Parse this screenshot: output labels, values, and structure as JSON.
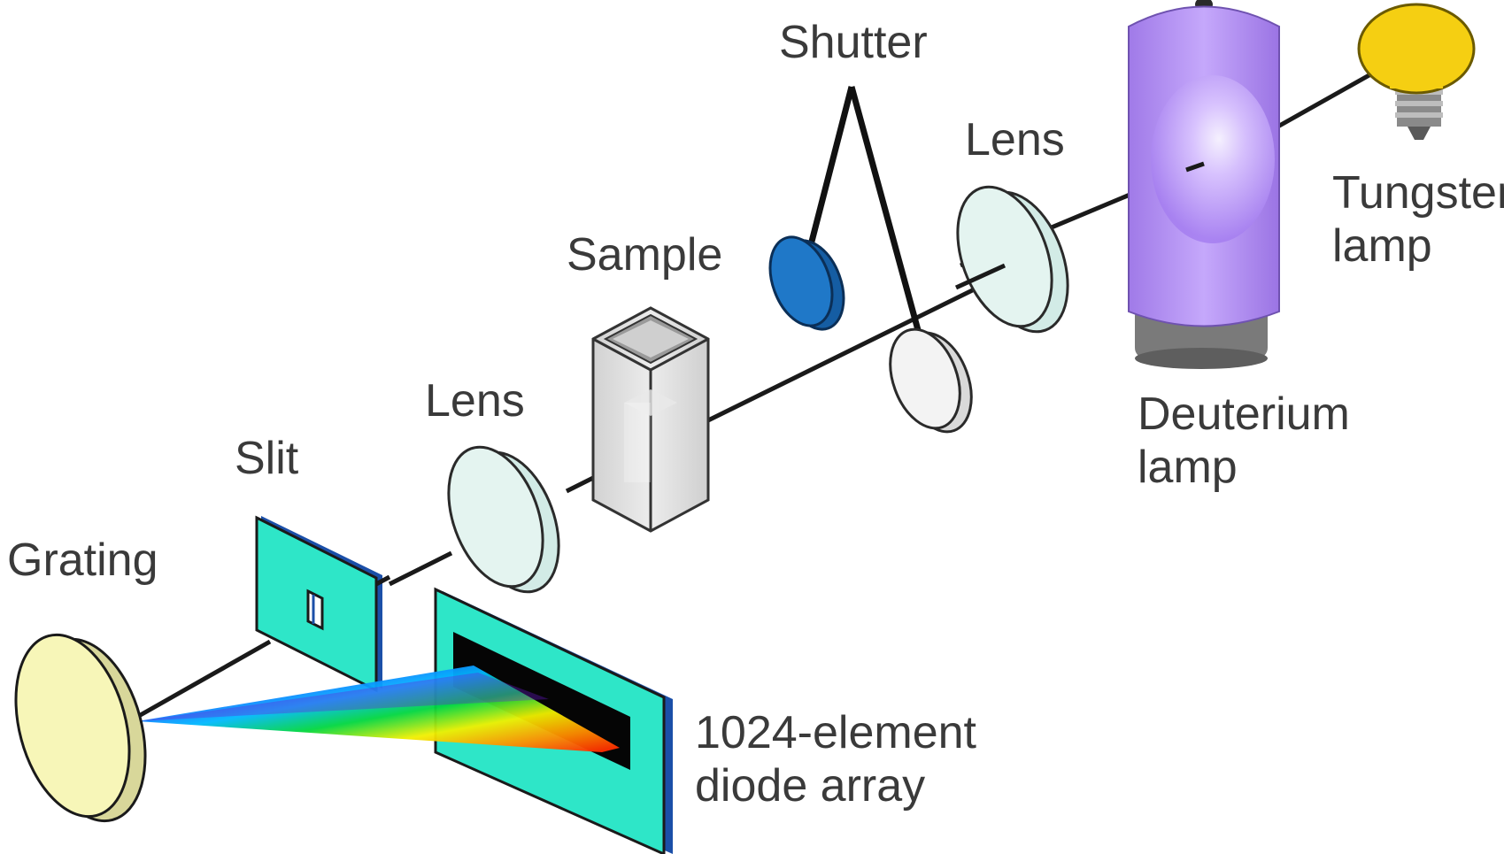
{
  "labels": {
    "shutter": "Shutter",
    "lens_right": "Lens",
    "tungsten_line1": "Tungsten",
    "tungsten_line2": "lamp",
    "sample": "Sample",
    "lens_left": "Lens",
    "slit": "Slit",
    "deuterium_line1": "Deuterium",
    "deuterium_line2": "lamp",
    "grating": "Grating",
    "diode_line1": "1024-element",
    "diode_line2": "diode array"
  },
  "colors": {
    "beam": "#1a1a1a",
    "slit_panel": "#2ee6c8",
    "slit_edge": "#1b4fa8",
    "lens_fill": "#e4f4f0",
    "shutter_disc": "#1f78c8",
    "deuterium_lamp": "#b18cf0",
    "tungsten_bulb": "#f5cf12",
    "grating_fill": "#f7f6b8",
    "cuvette_fill": "#dcdcdc",
    "label_text": "#3a3a3a"
  }
}
